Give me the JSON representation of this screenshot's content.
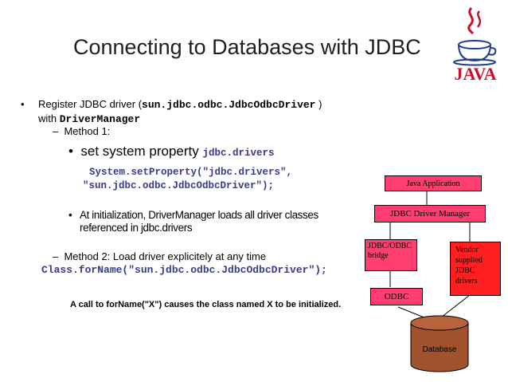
{
  "slide": {
    "title": "Connecting to Databases with JDBC",
    "bullet_main": {
      "symbol": "•",
      "prefix": "Register JDBC driver (",
      "driver_class": "sun.jdbc.odbc.JdbcOdbcDriver",
      "suffix": " )",
      "line2_prefix": "with ",
      "manager": "DriverManager"
    },
    "method1": {
      "dash": "–",
      "label": "Method 1:",
      "sub_bullet": "•",
      "property_text": "set system property ",
      "property_name": "jdbc.drivers",
      "code_line1": "System.setProperty(\"jdbc.drivers\",",
      "code_line2": "\"sun.jdbc.odbc.JdbcOdbcDriver\");",
      "init_bullet": "•",
      "init_line1": "At initialization, DriverManager loads all driver classes",
      "init_line2": "referenced in jdbc.drivers"
    },
    "method2": {
      "dash": "–",
      "label": "Method 2: Load driver explicitely at any time",
      "code": "Class.forName(\"sun.jdbc.odbc.JdbcOdbcDriver\");"
    },
    "note": "A call to forName(\"X\") causes the class named X to be initialized."
  },
  "diagram": {
    "java_application": "Java Application",
    "jdbc_driver_manager": "JDBC Driver Manager",
    "jdbc_odbc_bridge_line1": "JDBC/ODBC",
    "jdbc_odbc_bridge_line2": "bridge",
    "vendor_drivers_lines": [
      "Vendor",
      "supplied",
      "JDBC",
      "drivers"
    ],
    "odbc": "ODBC",
    "database": "Database"
  },
  "logo": {
    "text": "JAVA",
    "icon": "java-coffee-cup-icon",
    "color_text": "#c8102e",
    "color_cup": "#c8102e"
  },
  "colors": {
    "box_fill_pink": "#ff3d6e",
    "box_fill_red": "#ff1f1f",
    "code_color": "#3a3a8c"
  }
}
